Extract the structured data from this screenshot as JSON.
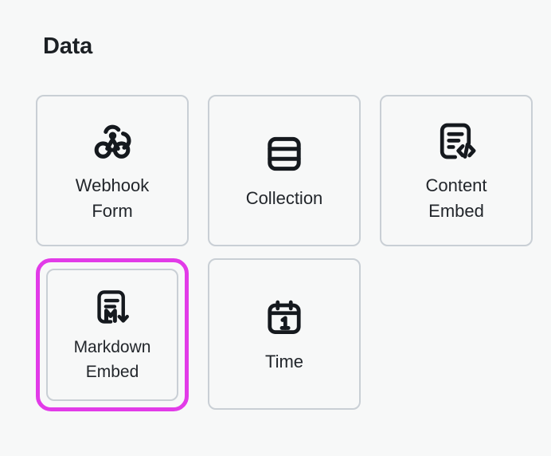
{
  "section": {
    "title": "Data"
  },
  "colors": {
    "background": "#f7f8f8",
    "card_border": "#c9cfd5",
    "focus_ring": "#e23be8",
    "text": "#22262b",
    "title_text": "#1c2024",
    "icon": "#15191e"
  },
  "cards": [
    {
      "id": "webhook-form",
      "label": "Webhook\nForm",
      "icon": "webhook-icon",
      "selected": false
    },
    {
      "id": "collection",
      "label": "Collection",
      "icon": "collection-rows-icon",
      "selected": false
    },
    {
      "id": "content-embed",
      "label": "Content\nEmbed",
      "icon": "document-code-icon",
      "selected": false
    },
    {
      "id": "markdown-embed",
      "label": "Markdown\nEmbed",
      "icon": "document-markdown-icon",
      "selected": true
    },
    {
      "id": "time",
      "label": "Time",
      "icon": "calendar-one-icon",
      "selected": false
    }
  ]
}
